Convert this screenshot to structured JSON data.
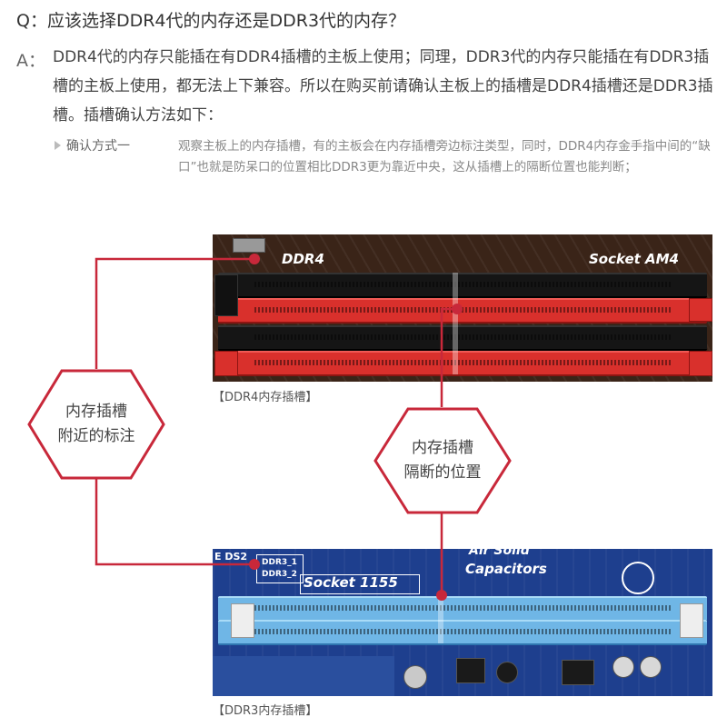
{
  "question": "Q：应该选择DDR4代的内存还是DDR3代的内存？",
  "answer_label": "A：",
  "answer_text": "DDR4代的内存只能插在有DDR4插槽的主板上使用；同理，DDR3代的内存只能插在有DDR3插槽的主板上使用，都无法上下兼容。所以在购买前请确认主板上的插槽是DDR4插槽还是DDR3插槽。插槽确认方法如下：",
  "method": {
    "title": "确认方式一",
    "description": "观察主板上的内存插槽，有的主板会在内存插槽旁边标注类型，同时，DDR4内存金手指中间的“缺口”也就是防呆口的位置相比DDR3更为靠近中央，这从插槽上的隔断位置也能判断；"
  },
  "ddr4_board": {
    "label_left": "DDR4",
    "label_right": "Socket AM4",
    "caption": "【DDR4内存插槽】"
  },
  "ddr3_board": {
    "label_top": "Air Solid",
    "label_caps": "Capacitors",
    "label_socket": "Socket 1155",
    "slot_label_1": "DDR3_1",
    "slot_label_2": "DDR3_2",
    "edge_label": "E DS2",
    "caption": "【DDR3内存插槽】"
  },
  "callout_left": {
    "line1": "内存插槽",
    "line2": "附近的标注"
  },
  "callout_right": {
    "line1": "内存插槽",
    "line2": "隔断的位置"
  },
  "colors": {
    "accent": "#c8283a",
    "ddr4_slot_red": "#d9302c",
    "ddr3_slot_blue": "#6fb6e6"
  }
}
